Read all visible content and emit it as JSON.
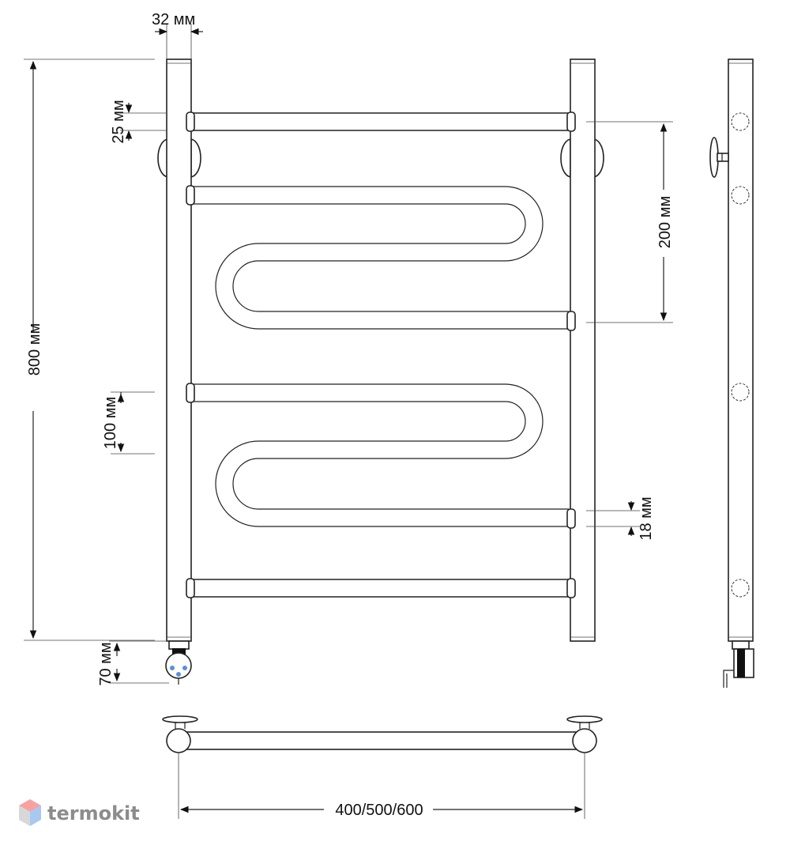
{
  "dimensions": {
    "top_width": "32 мм",
    "total_height": "800 мм",
    "bar_gap": "25 мм",
    "section_height": "200 мм",
    "mid_spacing": "100 мм",
    "tube_diameter": "18 мм",
    "connector_height": "70 мм",
    "widths": "400/500/600"
  },
  "brand": {
    "name": "termokit",
    "colors": {
      "top": "#f4a3a3",
      "left": "#d8d8d8",
      "right": "#a8c8f0"
    }
  }
}
